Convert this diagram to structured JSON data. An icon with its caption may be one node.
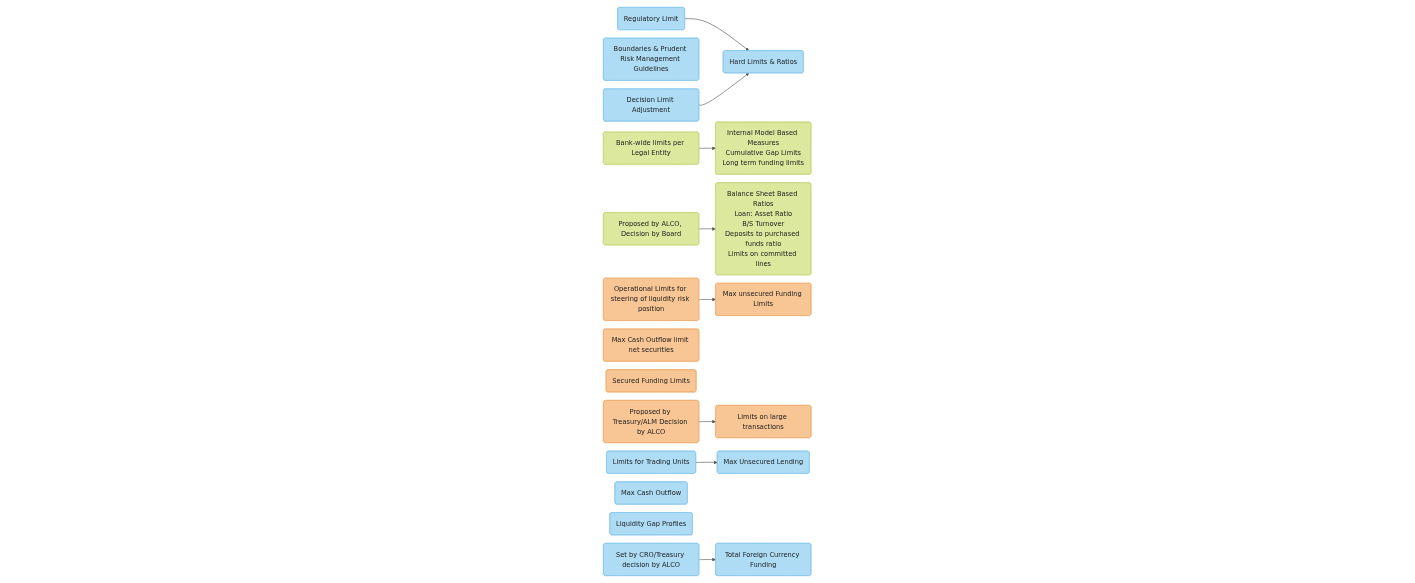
{
  "diagram": {
    "nodes": [
      {
        "text": [
          "Regulatory Limit"
        ]
      },
      {
        "text": [
          "Hard Limits & Ratios"
        ]
      },
      {
        "text": [
          "Boundaries & Prudent Risk Management Guidelines"
        ]
      },
      {
        "text": [
          "Decision Limit Adjustment"
        ]
      },
      {
        "text": [
          "Bank-wide limits per Legal Entity"
        ]
      },
      {
        "text": [
          "Internal Model Based Measures",
          "Cumulative Gap Limits",
          "Long term funding limits"
        ]
      },
      {
        "text": [
          "Balance Sheet Based Ratios",
          "Loan: Asset Ratio",
          "B/S Turnover",
          "Deposits to purchased funds ratio",
          "Limits on committed lines"
        ]
      },
      {
        "text": [
          "Proposed by ALCO, Decision by Board"
        ]
      },
      {
        "text": [
          "Operational Limits for steering of liquidity risk position"
        ]
      },
      {
        "text": [
          "Max unsecured Funding Limits"
        ]
      },
      {
        "text": [
          "Max Cash Outflow limit net securities"
        ]
      },
      {
        "text": [
          "Secured Funding Limits"
        ]
      },
      {
        "text": [
          "Limits on large transactions"
        ]
      },
      {
        "text": [
          "Proposed by Treasury/ALM Decision by ALCO"
        ]
      },
      {
        "text": [
          "Limits for Trading Units"
        ]
      },
      {
        "text": [
          "Max Unsecured Lending"
        ]
      },
      {
        "text": [
          "Max Cash Outflow"
        ]
      },
      {
        "text": [
          "Liquidity Gap Profiles"
        ]
      },
      {
        "text": [
          "Total Foreign Currency Funding"
        ]
      },
      {
        "text": [
          "Set by CRO/Treasury decision by ALCO"
        ]
      }
    ],
    "edges": [
      {
        "from": 0,
        "to": 1,
        "arrow": "to"
      },
      {
        "from": 3,
        "to": 1,
        "arrow": "to"
      },
      {
        "from": 4,
        "to": 5,
        "arrow": "to"
      },
      {
        "from": 7,
        "to": 6,
        "arrow": "to"
      },
      {
        "from": 8,
        "to": 9,
        "arrow": "to"
      },
      {
        "from": 13,
        "to": 12,
        "arrow": "to"
      },
      {
        "from": 14,
        "to": 15,
        "arrow": "to"
      },
      {
        "from": 19,
        "to": 18,
        "arrow": "to"
      }
    ]
  }
}
